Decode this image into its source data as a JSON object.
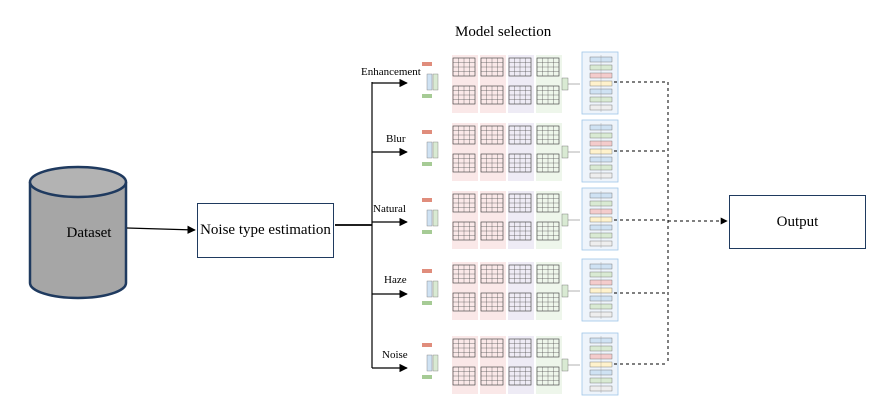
{
  "title": "Model selection",
  "dataset_label": "Dataset",
  "noise_box_label": "Noise type estimation",
  "output_label": "Output",
  "branches": [
    {
      "label": "Enhancement"
    },
    {
      "label": "Blur"
    },
    {
      "label": "Natural"
    },
    {
      "label": "Haze"
    },
    {
      "label": "Noise"
    }
  ],
  "colors": {
    "cylinder_fill": "#a6a6a6",
    "box_border": "#1f3a5f",
    "line": "#000000",
    "model_green": "#6aa84f",
    "model_red": "#cc4125",
    "model_purple": "#b4a7d6",
    "model_blue": "#6fa8dc"
  }
}
